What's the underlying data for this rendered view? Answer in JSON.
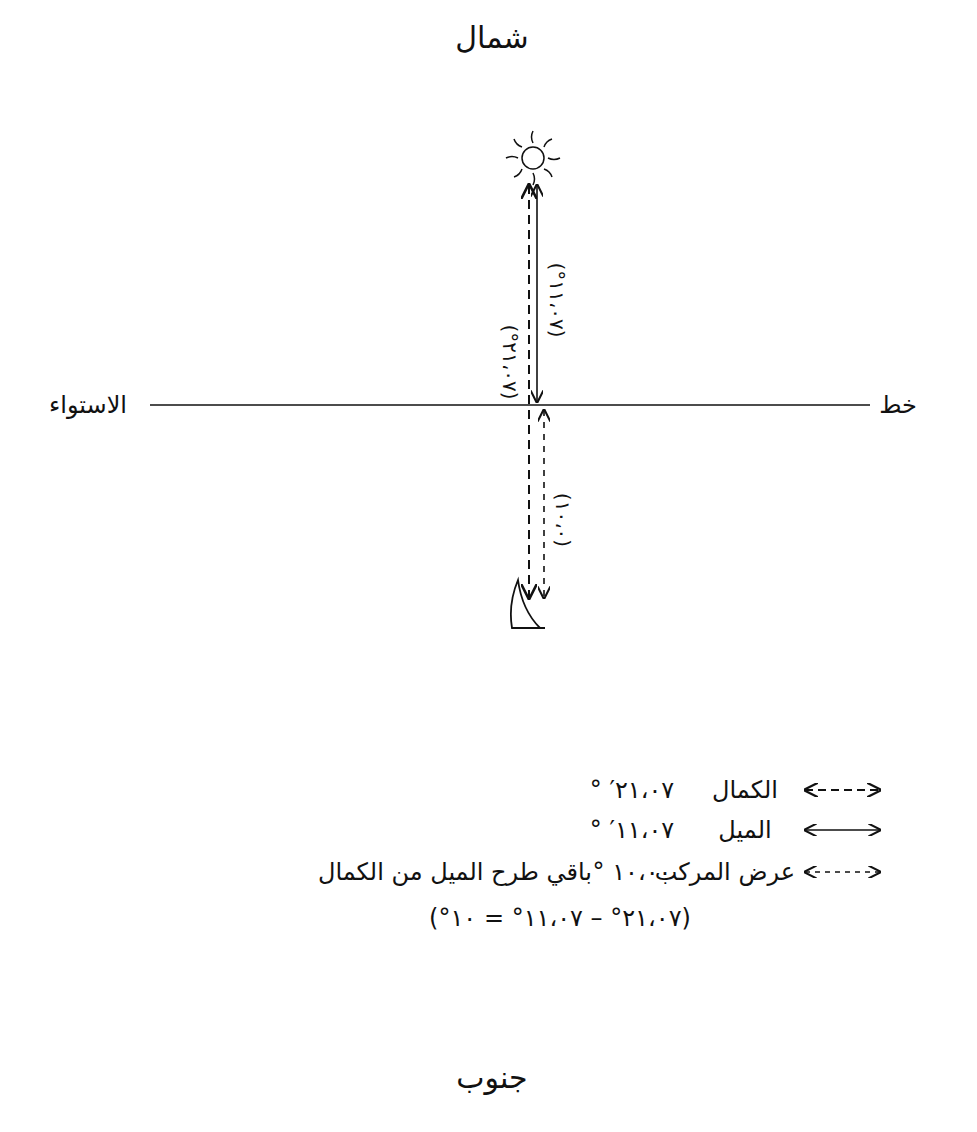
{
  "diagram": {
    "labels": [
      "شمال",
      "خط",
      "الاستواء",
      "(١١،٠٧°)",
      "(٢١،٠٧°)",
      "(١٠،٠)",
      "٢١،٠٧′ °",
      "١١،٠٧′ °",
      "١٠،٠٠ °",
      "باقي طرح الميل من الكمال",
      "(٢١،٠٧° – ١١،٠٧° = ١٠°)",
      "جنوب"
    ],
    "legend": [
      {
        "text": "الكمال"
      },
      {
        "text": "الميل"
      },
      {
        "text": "عرض المركب"
      }
    ]
  }
}
